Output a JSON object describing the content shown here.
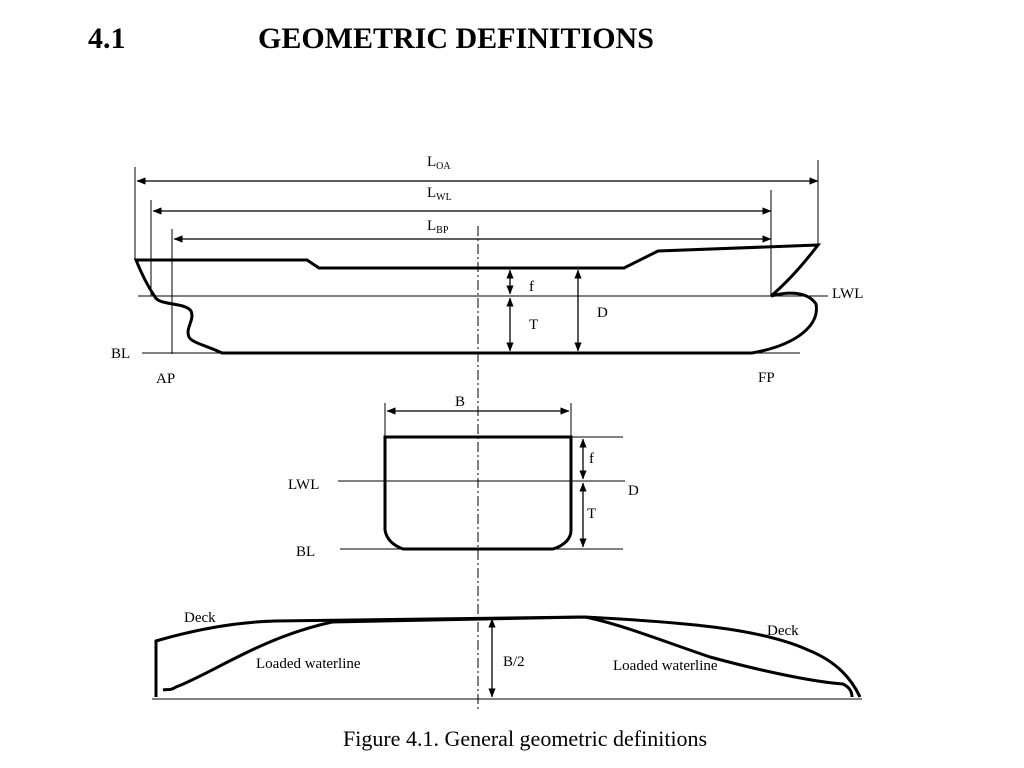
{
  "heading": {
    "number": "4.1",
    "title": "GEOMETRIC DEFINITIONS"
  },
  "caption": "Figure 4.1. General geometric definitions",
  "profile": {
    "loa": {
      "main": "L",
      "sub": "OA"
    },
    "lwl": {
      "main": "L",
      "sub": "WL"
    },
    "lbp": {
      "main": "L",
      "sub": "BP"
    },
    "freeboard": "f",
    "draft": "T",
    "depth": "D",
    "waterline": "LWL",
    "baseline": "BL",
    "aft_perpendicular": "AP",
    "fore_perpendicular": "FP"
  },
  "section": {
    "beam": "B",
    "freeboard": "f",
    "draft": "T",
    "depth": "D",
    "waterline": "LWL",
    "baseline": "BL"
  },
  "plan": {
    "deck_left": "Deck",
    "deck_right": "Deck",
    "waterline_left": "Loaded waterline",
    "waterline_right": "Loaded waterline",
    "half_beam": "B/2"
  }
}
